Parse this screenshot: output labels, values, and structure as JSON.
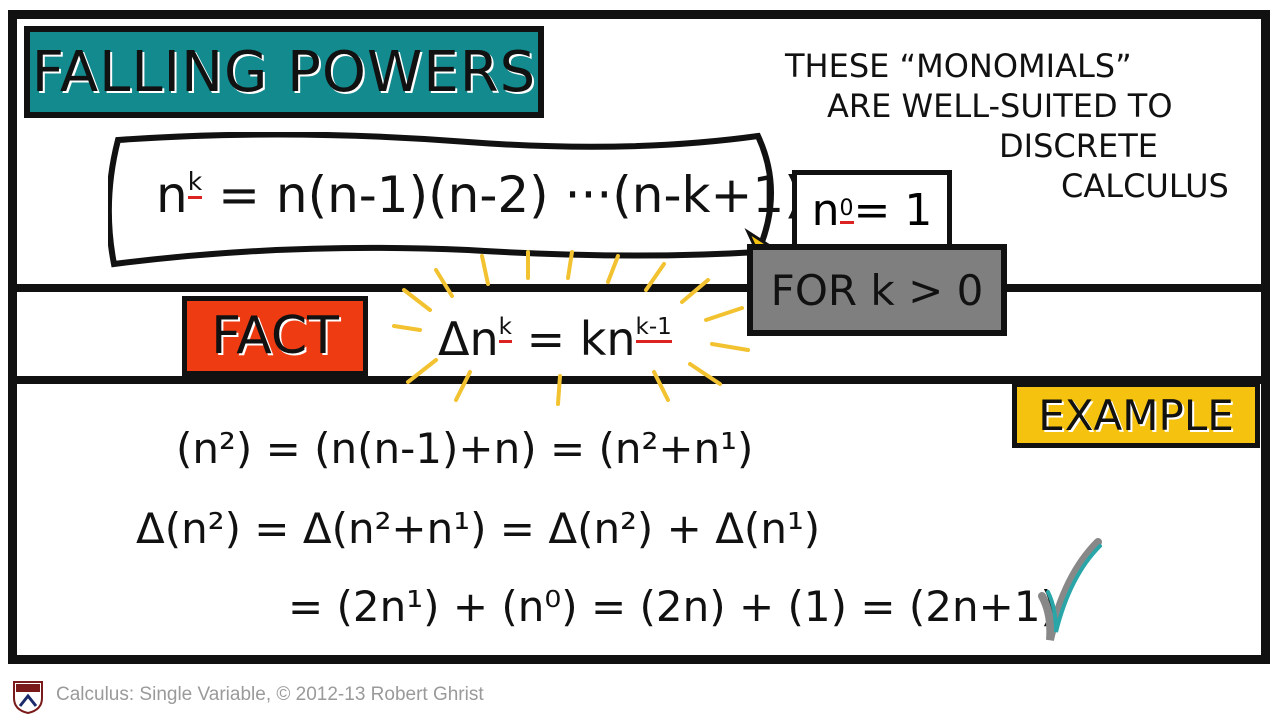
{
  "title": "FALLING POWERS",
  "definition": {
    "lhs_base": "n",
    "lhs_exp": "k",
    "rhs": "=  n(n-1)(n-2) ···(n-k+1)"
  },
  "note_lines": [
    "THESE “MONOMIALS”",
    "ARE WELL-SUITED TO",
    "DISCRETE",
    "CALCULUS"
  ],
  "n0": {
    "base": "n",
    "exp": "0",
    "rest": " = 1"
  },
  "condition": "FOR k > 0",
  "fact_label": "FACT",
  "fact": {
    "delta": "Δn",
    "exp1": "k",
    "mid": " = kn",
    "exp2": "k-1"
  },
  "example_label": "EXAMPLE",
  "example_lines": [
    "(n²)  = (n(n-1)+n) = (n²+n¹)",
    "Δ(n²)  = Δ(n²+n¹)  = Δ(n²) + Δ(n¹)",
    "= (2n¹) + (n⁰) = (2n) + (1)     =  (2n+1)"
  ],
  "footer": "Calculus: Single Variable, © 2012-13 Robert Ghrist",
  "colors": {
    "teal": "#128a8e",
    "red": "#ef3b12",
    "yellow": "#f4c20f",
    "gray": "#7f7f7f",
    "sun": "#f2c230"
  }
}
